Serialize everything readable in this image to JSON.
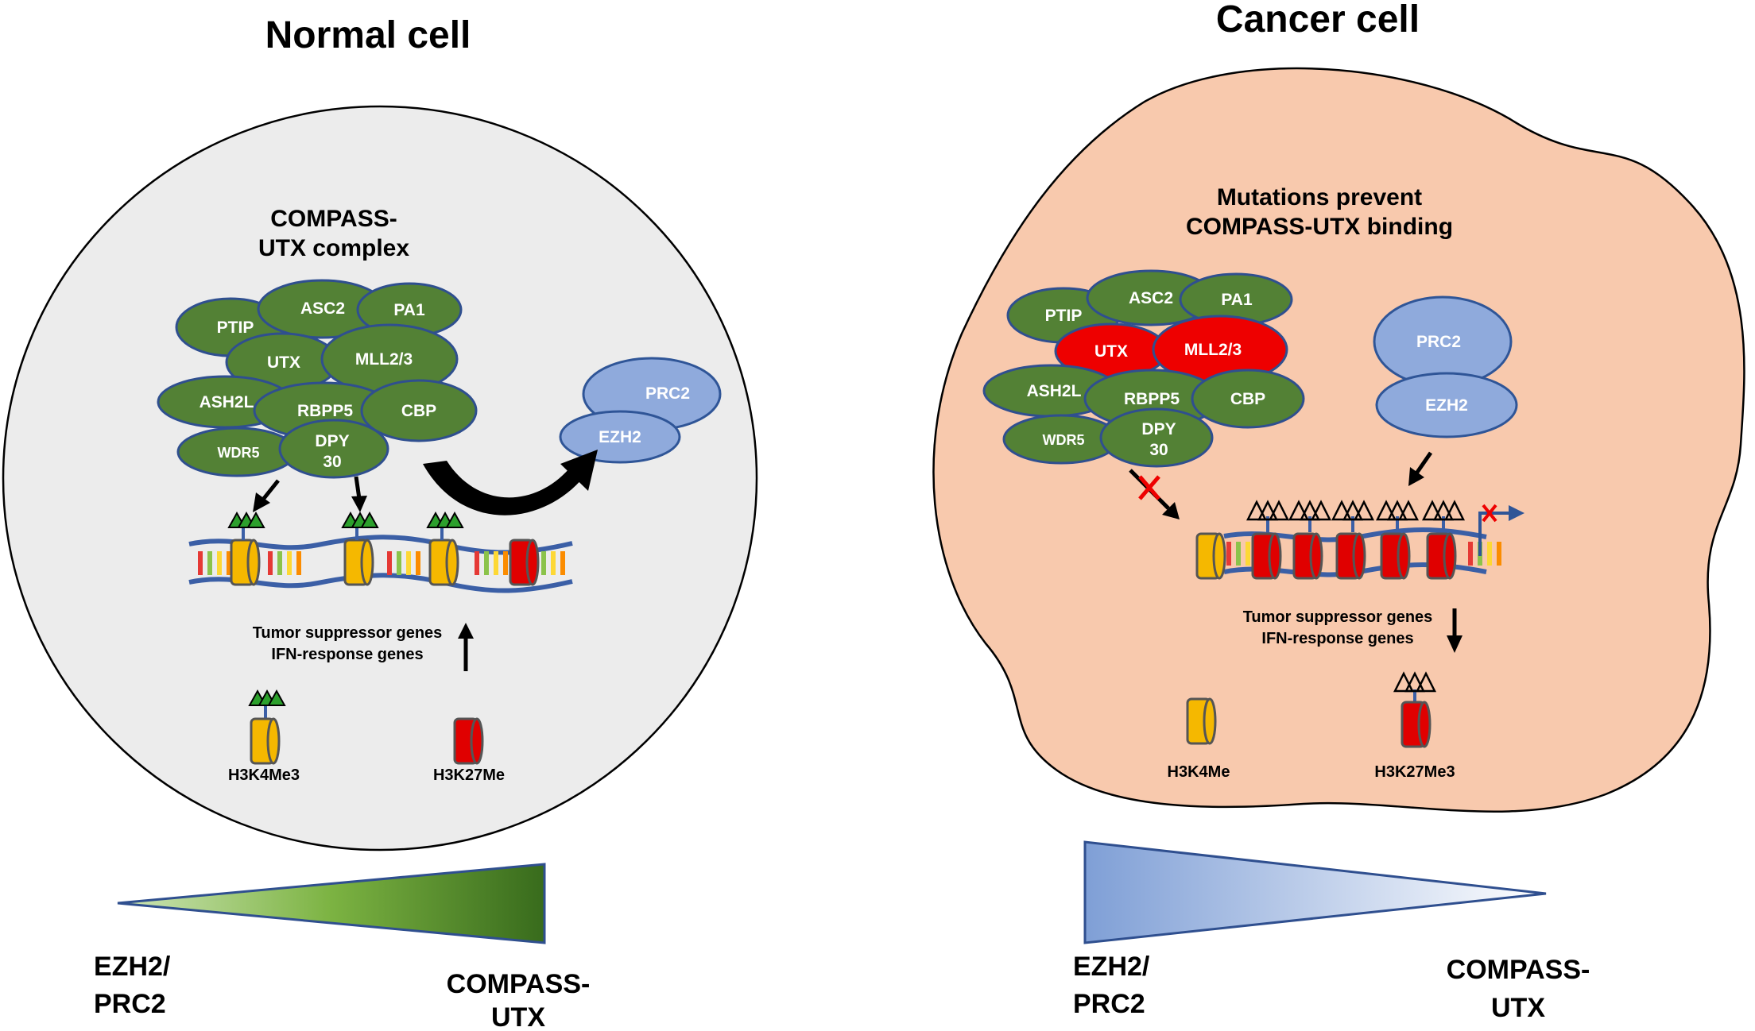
{
  "normal": {
    "title": "Normal cell",
    "complex_line1": "COMPASS-",
    "complex_line2": "UTX complex",
    "proteins": {
      "ptip": "PTIP",
      "asc2": "ASC2",
      "pa1": "PA1",
      "utx": "UTX",
      "mll": "MLL2/3",
      "ash2l": "ASH2L",
      "rbpp5": "RBPP5",
      "cbp": "CBP",
      "wdr5": "WDR5",
      "dpy1": "DPY",
      "dpy2": "30"
    },
    "prc2": "PRC2",
    "ezh2": "EZH2",
    "genes_line1": "Tumor suppressor genes",
    "genes_line2": "IFN-response genes",
    "mark_left": "H3K4Me3",
    "mark_right": "H3K27Me",
    "axis_left_1": "EZH2/",
    "axis_left_2": "PRC2",
    "axis_right_1": "COMPASS-",
    "axis_right_2": "UTX"
  },
  "cancer": {
    "title": "Cancer cell",
    "mut_line1": "Mutations prevent",
    "mut_line2": "COMPASS-UTX binding",
    "proteins": {
      "ptip": "PTIP",
      "asc2": "ASC2",
      "pa1": "PA1",
      "utx": "UTX",
      "mll": "MLL2/3",
      "ash2l": "ASH2L",
      "rbpp5": "RBPP5",
      "cbp": "CBP",
      "wdr5": "WDR5",
      "dpy1": "DPY",
      "dpy2": "30"
    },
    "prc2": "PRC2",
    "ezh2": "EZH2",
    "genes_line1": "Tumor suppressor genes",
    "genes_line2": "IFN-response genes",
    "mark_left": "H3K4Me",
    "mark_right": "H3K27Me3",
    "axis_left_1": "EZH2/",
    "axis_left_2": "PRC2",
    "axis_right_1": "COMPASS-",
    "axis_right_2": "UTX"
  },
  "colors": {
    "protein_green": "#538135",
    "mutant_red": "#ee0000",
    "prc_blue": "#8faadc",
    "normal_bg": "#ececec",
    "cancer_bg": "#f8c9ad",
    "histone_orange": "#f5b800",
    "histone_red": "#e00000"
  }
}
